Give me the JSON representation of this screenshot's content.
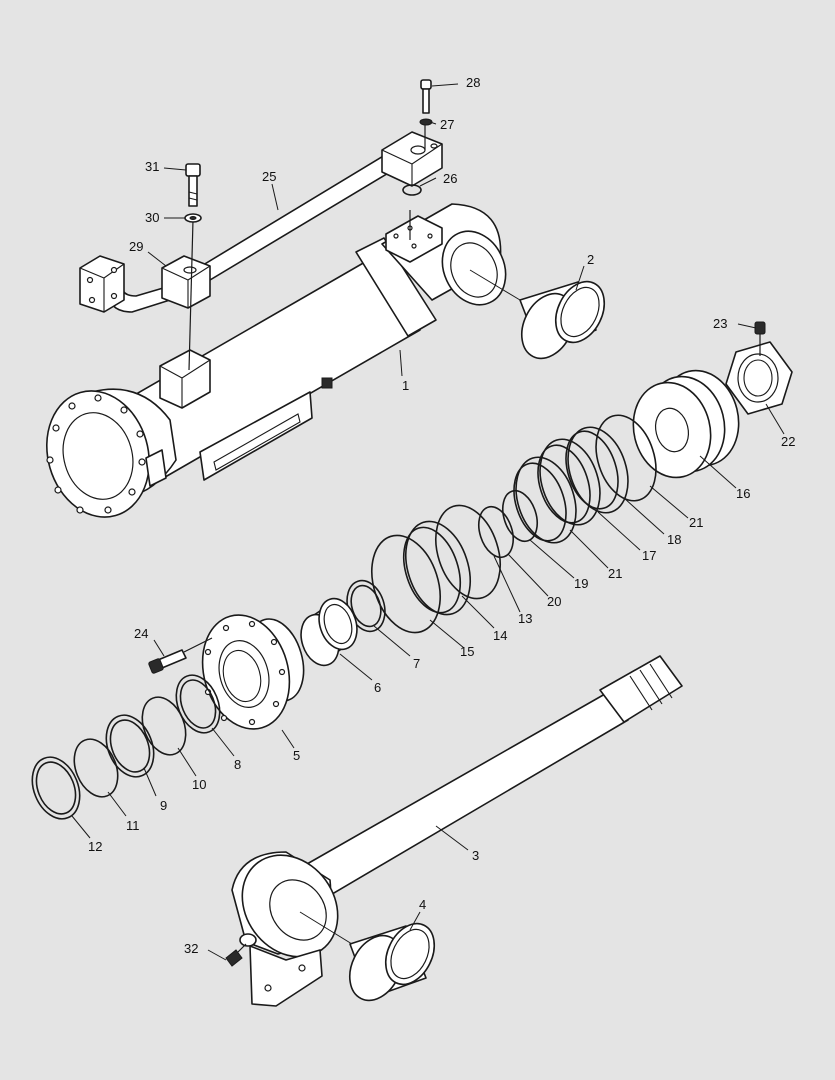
{
  "diagram": {
    "part_labels": [
      {
        "text": "1"
      },
      {
        "text": "2"
      },
      {
        "text": "3"
      },
      {
        "text": "4"
      },
      {
        "text": "5"
      },
      {
        "text": "6"
      },
      {
        "text": "7"
      },
      {
        "text": "8"
      },
      {
        "text": "9"
      },
      {
        "text": "10"
      },
      {
        "text": "11"
      },
      {
        "text": "12"
      },
      {
        "text": "13"
      },
      {
        "text": "14"
      },
      {
        "text": "15"
      },
      {
        "text": "16"
      },
      {
        "text": "17"
      },
      {
        "text": "18"
      },
      {
        "text": "19"
      },
      {
        "text": "20"
      },
      {
        "text": "21"
      },
      {
        "text": "21"
      },
      {
        "text": "22"
      },
      {
        "text": "23"
      },
      {
        "text": "24"
      },
      {
        "text": "25"
      },
      {
        "text": "26"
      },
      {
        "text": "27"
      },
      {
        "text": "28"
      },
      {
        "text": "29"
      },
      {
        "text": "30"
      },
      {
        "text": "31"
      },
      {
        "text": "32"
      }
    ],
    "colors": {
      "background": "#e4e4e4",
      "line": "#1a1a1a",
      "part_fill": "#ffffff"
    }
  }
}
